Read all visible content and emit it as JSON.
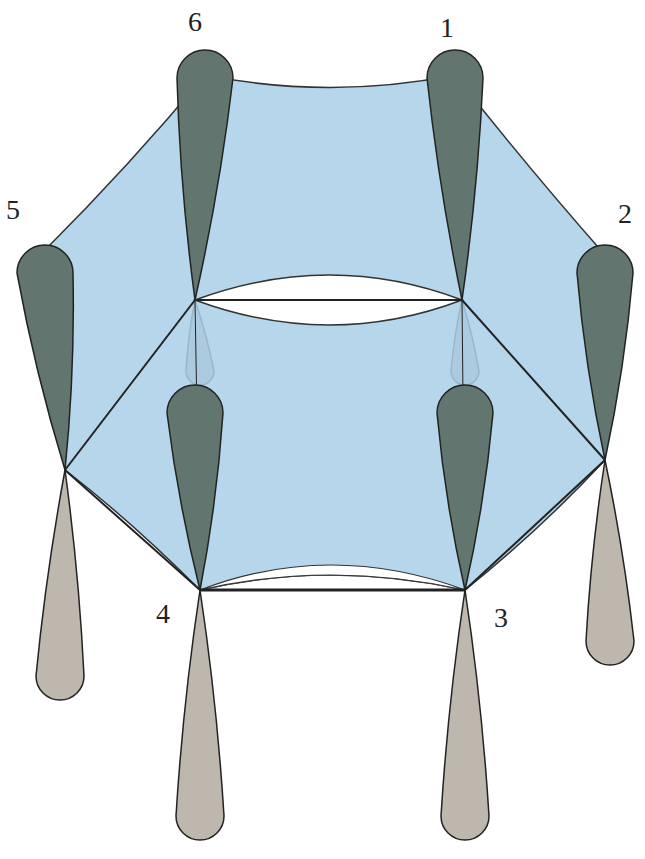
{
  "diagram": {
    "labels": [
      "6",
      "1",
      "5",
      "2",
      "4",
      "3"
    ]
  }
}
